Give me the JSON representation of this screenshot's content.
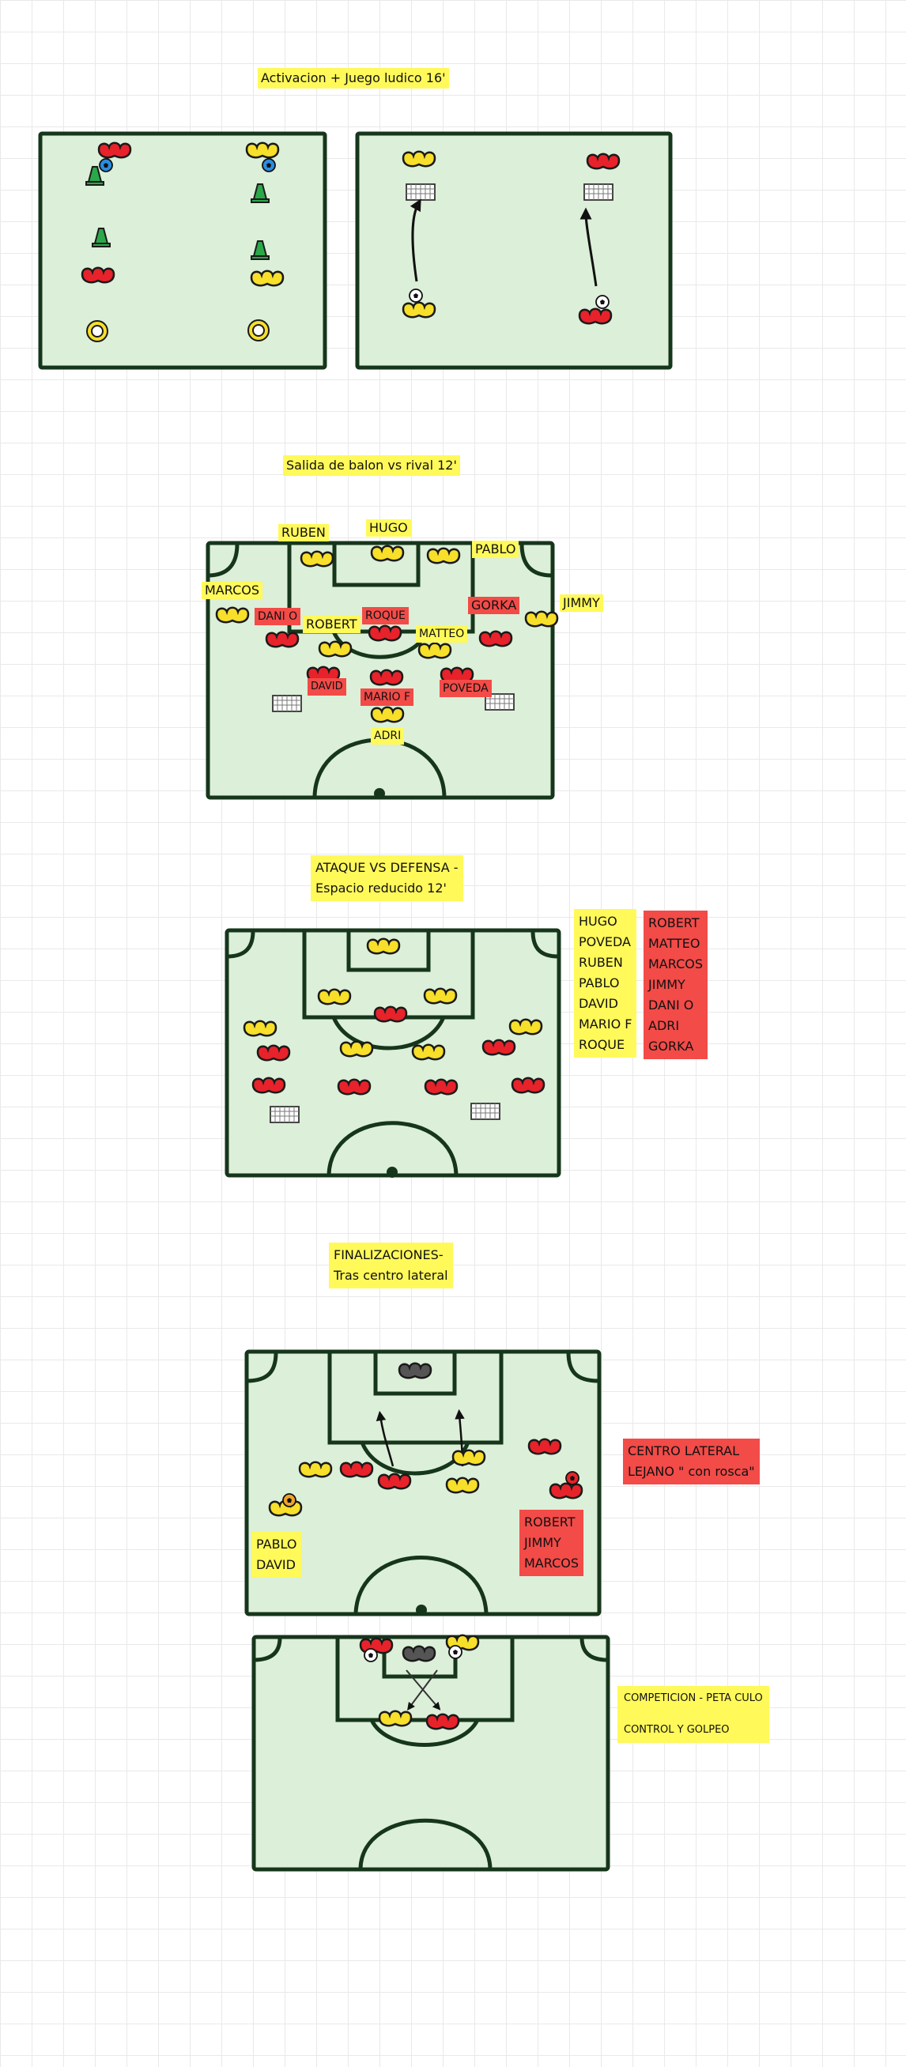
{
  "sections": {
    "s1_title": "Activacion + Juego ludico 16'",
    "s2_title": "Salida de balon vs rival 12'",
    "s3_title_line1": "ATAQUE VS DEFENSA -",
    "s3_title_line2": "Espacio reducido 12'",
    "s4_title_line1": "FINALIZACIONES-",
    "s4_title_line2": "Tras centro lateral"
  },
  "drill2": {
    "labels": {
      "ruben": "RUBEN",
      "hugo": "HUGO",
      "pablo": "PABLO",
      "marcos": "MARCOS",
      "jimmy": "JIMMY",
      "gorka": "GORKA",
      "dani_o": "DANI O",
      "robert": "ROBERT",
      "roque": "ROQUE",
      "matteo": "MATTEO",
      "david": "DAVID",
      "mario_f": "MARIO F",
      "poveda": "POVEDA",
      "adri": "ADRI"
    }
  },
  "drill3": {
    "team_yellow": [
      "HUGO",
      "POVEDA",
      "RUBEN",
      "PABLO",
      "DAVID",
      "MARIO F",
      "ROQUE"
    ],
    "team_red": [
      "ROBERT",
      "MATTEO",
      "MARCOS",
      "JIMMY",
      "DANI O",
      "ADRI",
      "GORKA"
    ]
  },
  "drill4": {
    "centro_line1": "CENTRO LATERAL",
    "centro_line2": "LEJANO \" con rosca\"",
    "yellow_group": [
      "PABLO",
      "DAVID"
    ],
    "red_group": [
      "ROBERT",
      "JIMMY",
      "MARCOS"
    ]
  },
  "drill5": {
    "line1": "COMPETICION - PETA CULO",
    "line2": "CONTROL Y GOLPEO"
  },
  "colors": {
    "pitch": "#dcefd8",
    "pitch_line": "#16361b",
    "team_yellow": "#f7df2a",
    "team_red": "#e8222a",
    "label_yellow": "#fff95a",
    "label_red": "#f24b48",
    "cone_green": "#2aa84a"
  },
  "icons": [
    "player-yellow-icon",
    "player-red-icon",
    "cone-icon",
    "ball-icon",
    "goal-icon",
    "ring-icon",
    "arrow-icon"
  ]
}
